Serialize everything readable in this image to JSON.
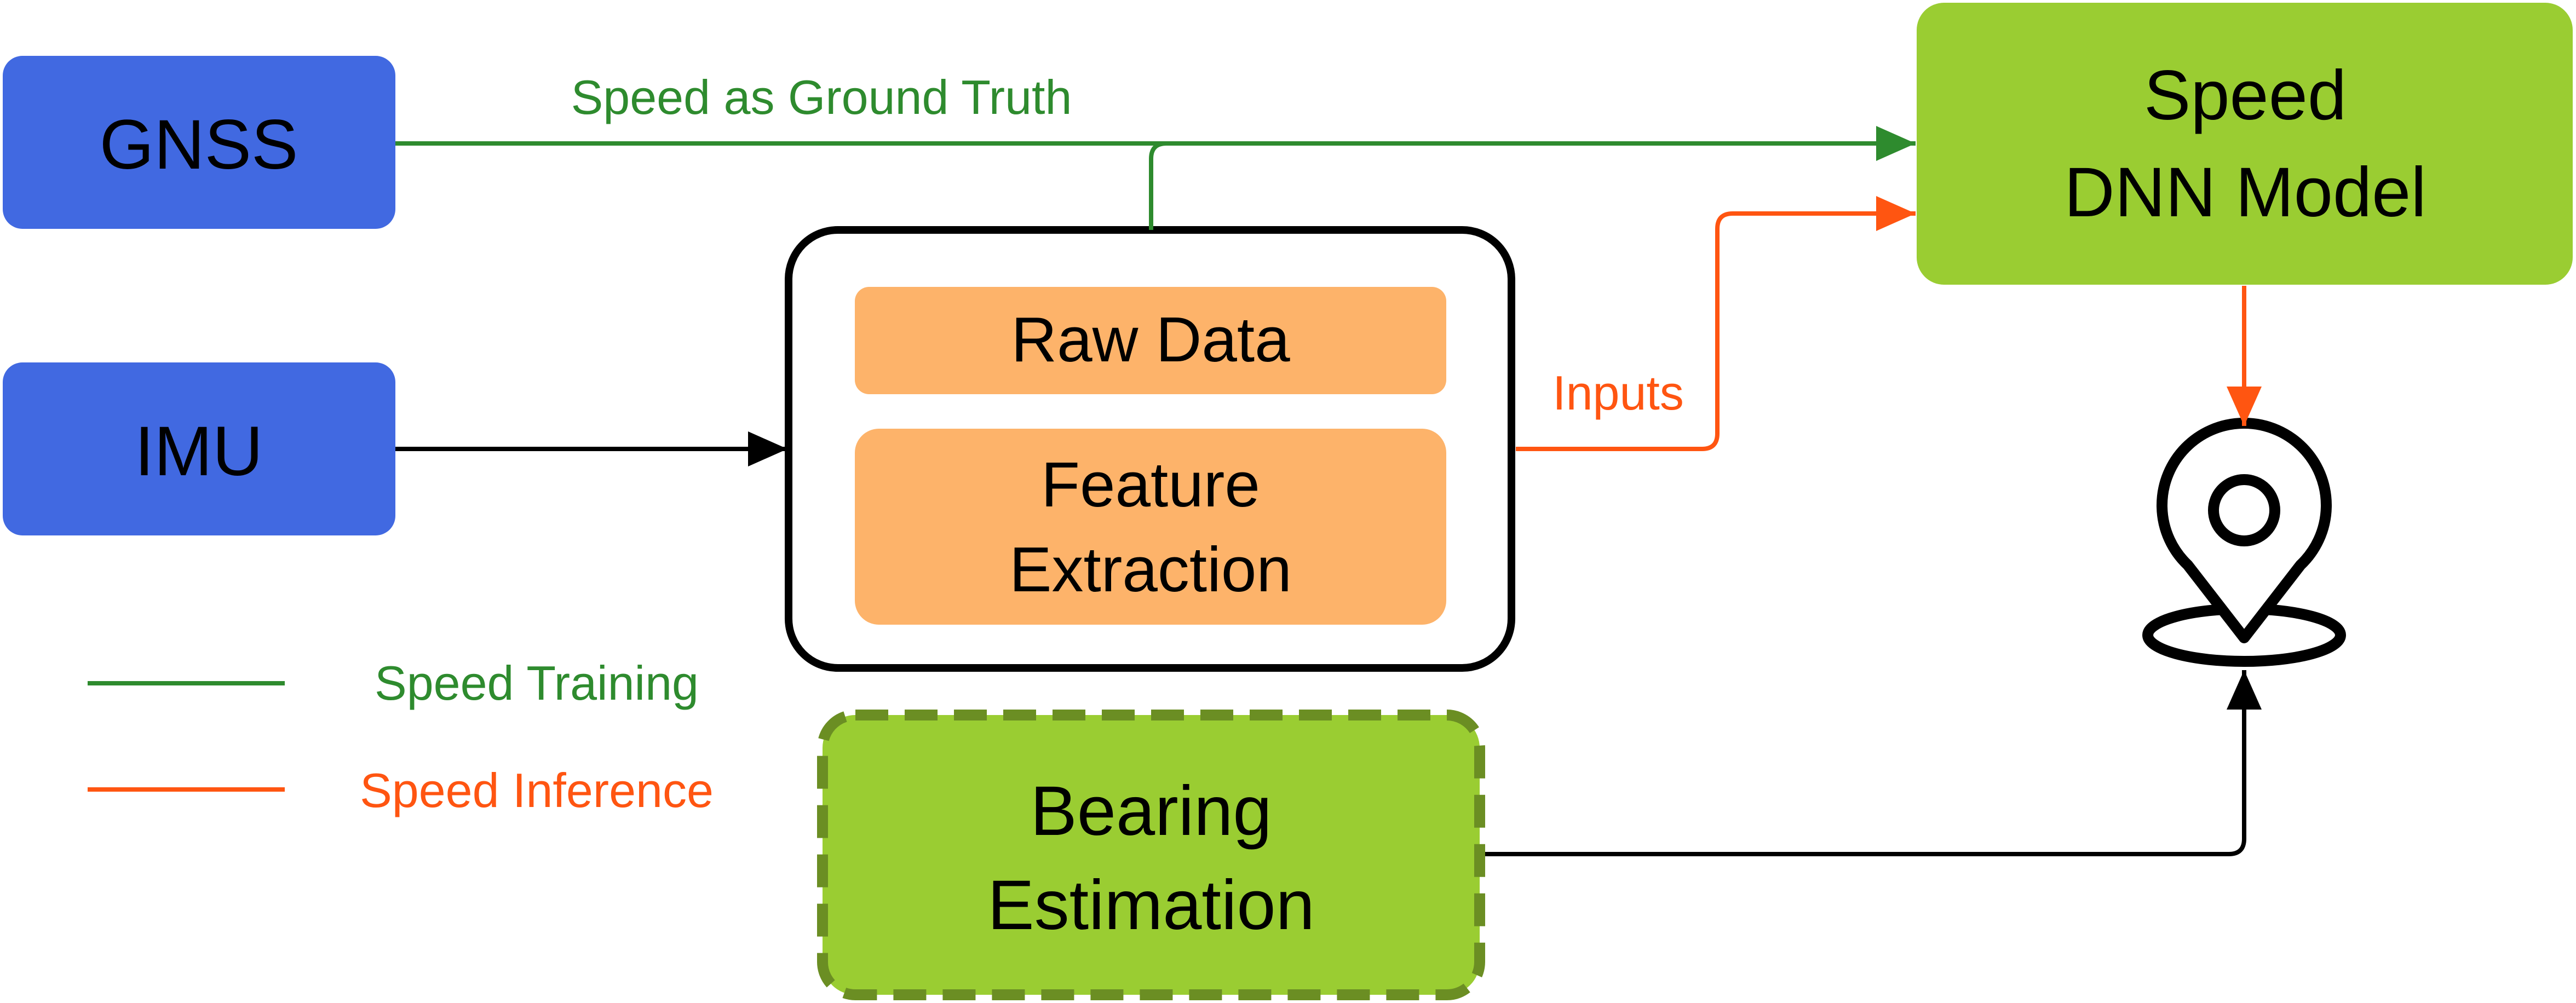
{
  "nodes": {
    "gnss": {
      "label": "GNSS"
    },
    "imu": {
      "label": "IMU"
    },
    "processing": {
      "raw_data": "Raw Data",
      "feature_extraction": [
        "Feature",
        "Extraction"
      ]
    },
    "speed_model": {
      "label": [
        "Speed",
        "DNN Model"
      ]
    },
    "bearing": {
      "label": [
        "Bearing",
        "Estimation"
      ]
    },
    "location": {
      "icon": "location-pin-icon"
    }
  },
  "edges": {
    "ground_truth": "Speed as Ground Truth",
    "inputs": "Inputs"
  },
  "legend": {
    "training": "Speed Training",
    "inference": "Speed Inference"
  },
  "colors": {
    "sensor_blue": "#4169E1",
    "model_green": "#9ACD32",
    "bearing_border": "#6B8E23",
    "feature_orange": "#FDB36A",
    "training_green": "#2E8B2E",
    "inference_orange": "#FF5511",
    "black": "#000000"
  }
}
